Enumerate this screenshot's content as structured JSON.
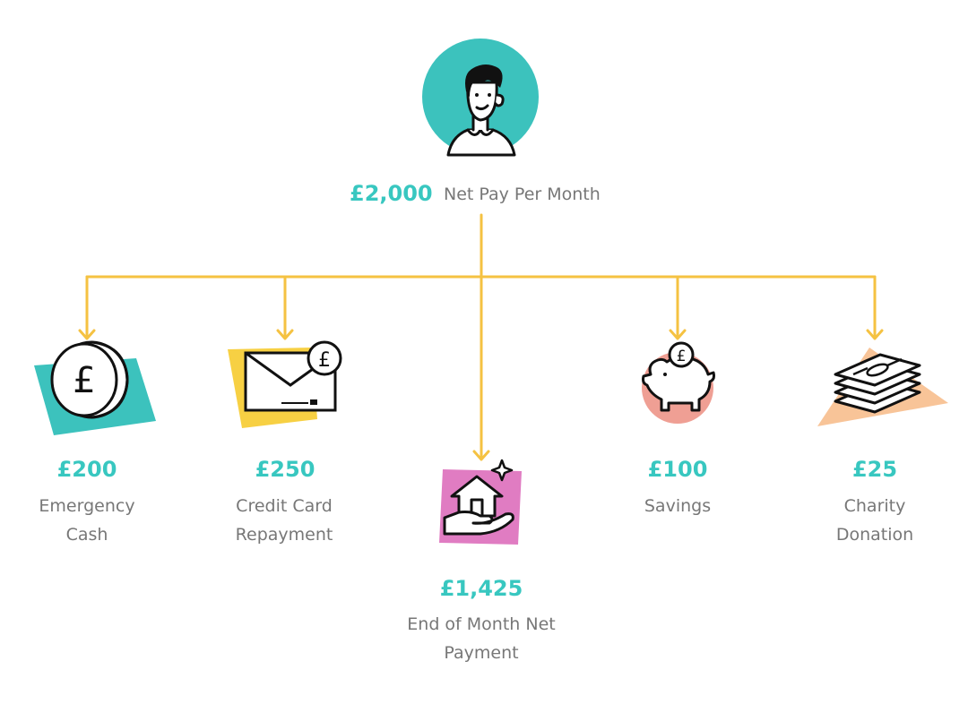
{
  "source": {
    "amount": "£2,000",
    "label": "Net Pay Per Month"
  },
  "allocations": [
    {
      "amount": "£200",
      "label_lines": [
        "Emergency",
        "Cash"
      ],
      "icon": "pound-coin-icon"
    },
    {
      "amount": "£250",
      "label_lines": [
        "Credit Card",
        "Repayment"
      ],
      "icon": "envelope-pound-icon"
    },
    {
      "amount": "£1,425",
      "label_lines": [
        "End of Month Net",
        "Payment"
      ],
      "icon": "house-in-hand-icon"
    },
    {
      "amount": "£100",
      "label_lines": [
        "Savings"
      ],
      "icon": "piggy-bank-icon"
    },
    {
      "amount": "£25",
      "label_lines": [
        "Charity",
        "Donation"
      ],
      "icon": "money-stack-icon"
    }
  ],
  "colors": {
    "accent_teal": "#38c7c0",
    "arrow_yellow": "#f5c242",
    "text_gray": "#777777",
    "coin_bg": "#3cc2bd",
    "envelope_bg": "#f7d043",
    "house_bg": "#e07cc2",
    "piggy_bg": "#ef9f94",
    "money_bg": "#f8c498"
  }
}
